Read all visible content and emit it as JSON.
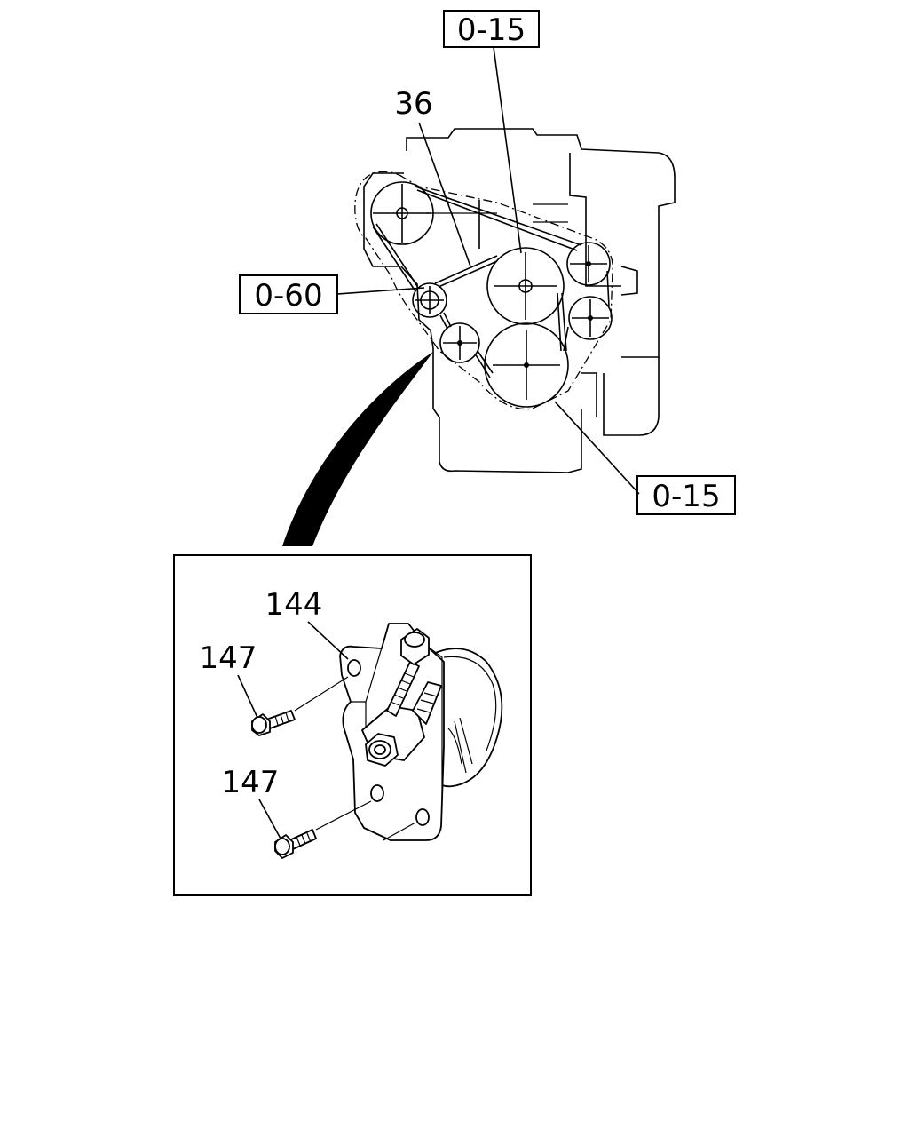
{
  "callouts": {
    "ref_top": "0-15",
    "ref_left": "0-60",
    "ref_bottom": "0-15",
    "belt_number": "36",
    "tensioner_number": "144",
    "bolt_upper_number": "147",
    "bolt_lower_number": "147"
  }
}
